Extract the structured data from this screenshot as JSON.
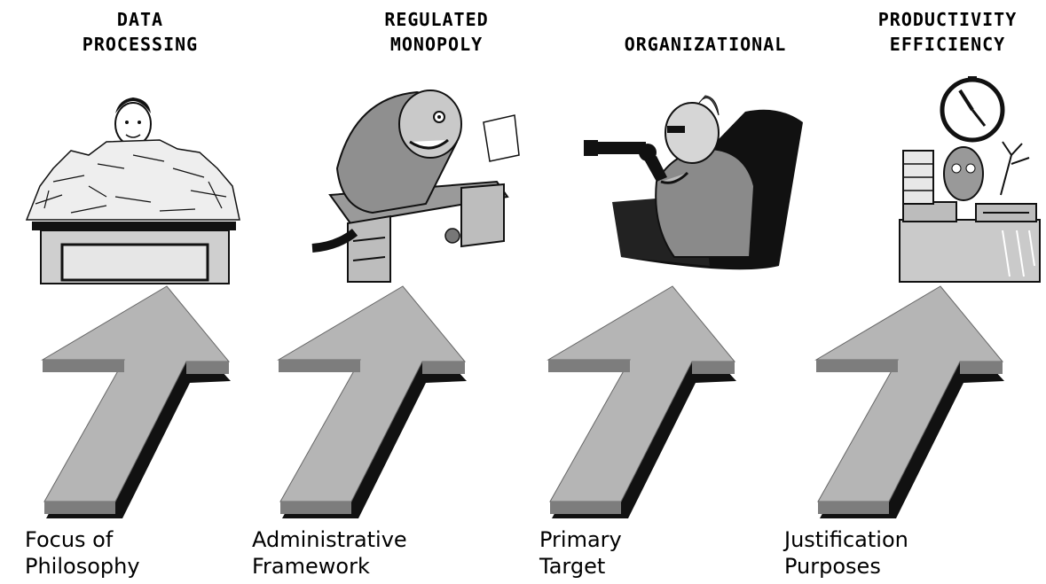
{
  "stages": [
    {
      "heading": "DATA\nPROCESSING",
      "caption": "Focus of\nPhilosophy",
      "illustration": "person-buried-in-paper-icon"
    },
    {
      "heading": "REGULATED\nMONOPOLY",
      "caption": "Administrative\nFramework",
      "illustration": "angry-man-at-desk-icon"
    },
    {
      "heading": "ORGANIZATIONAL",
      "caption": "Primary\nTarget",
      "illustration": "man-with-gun-in-armchair-icon"
    },
    {
      "heading": "PRODUCTIVITY\nEFFICIENCY",
      "caption": "Justification\nPurposes",
      "illustration": "clock-over-cluttered-desk-icon"
    }
  ],
  "colors": {
    "arrow_face": "#b5b5b5",
    "arrow_edge": "#7a7a7a",
    "arrow_shadow": "#111111",
    "ink": "#000000"
  }
}
